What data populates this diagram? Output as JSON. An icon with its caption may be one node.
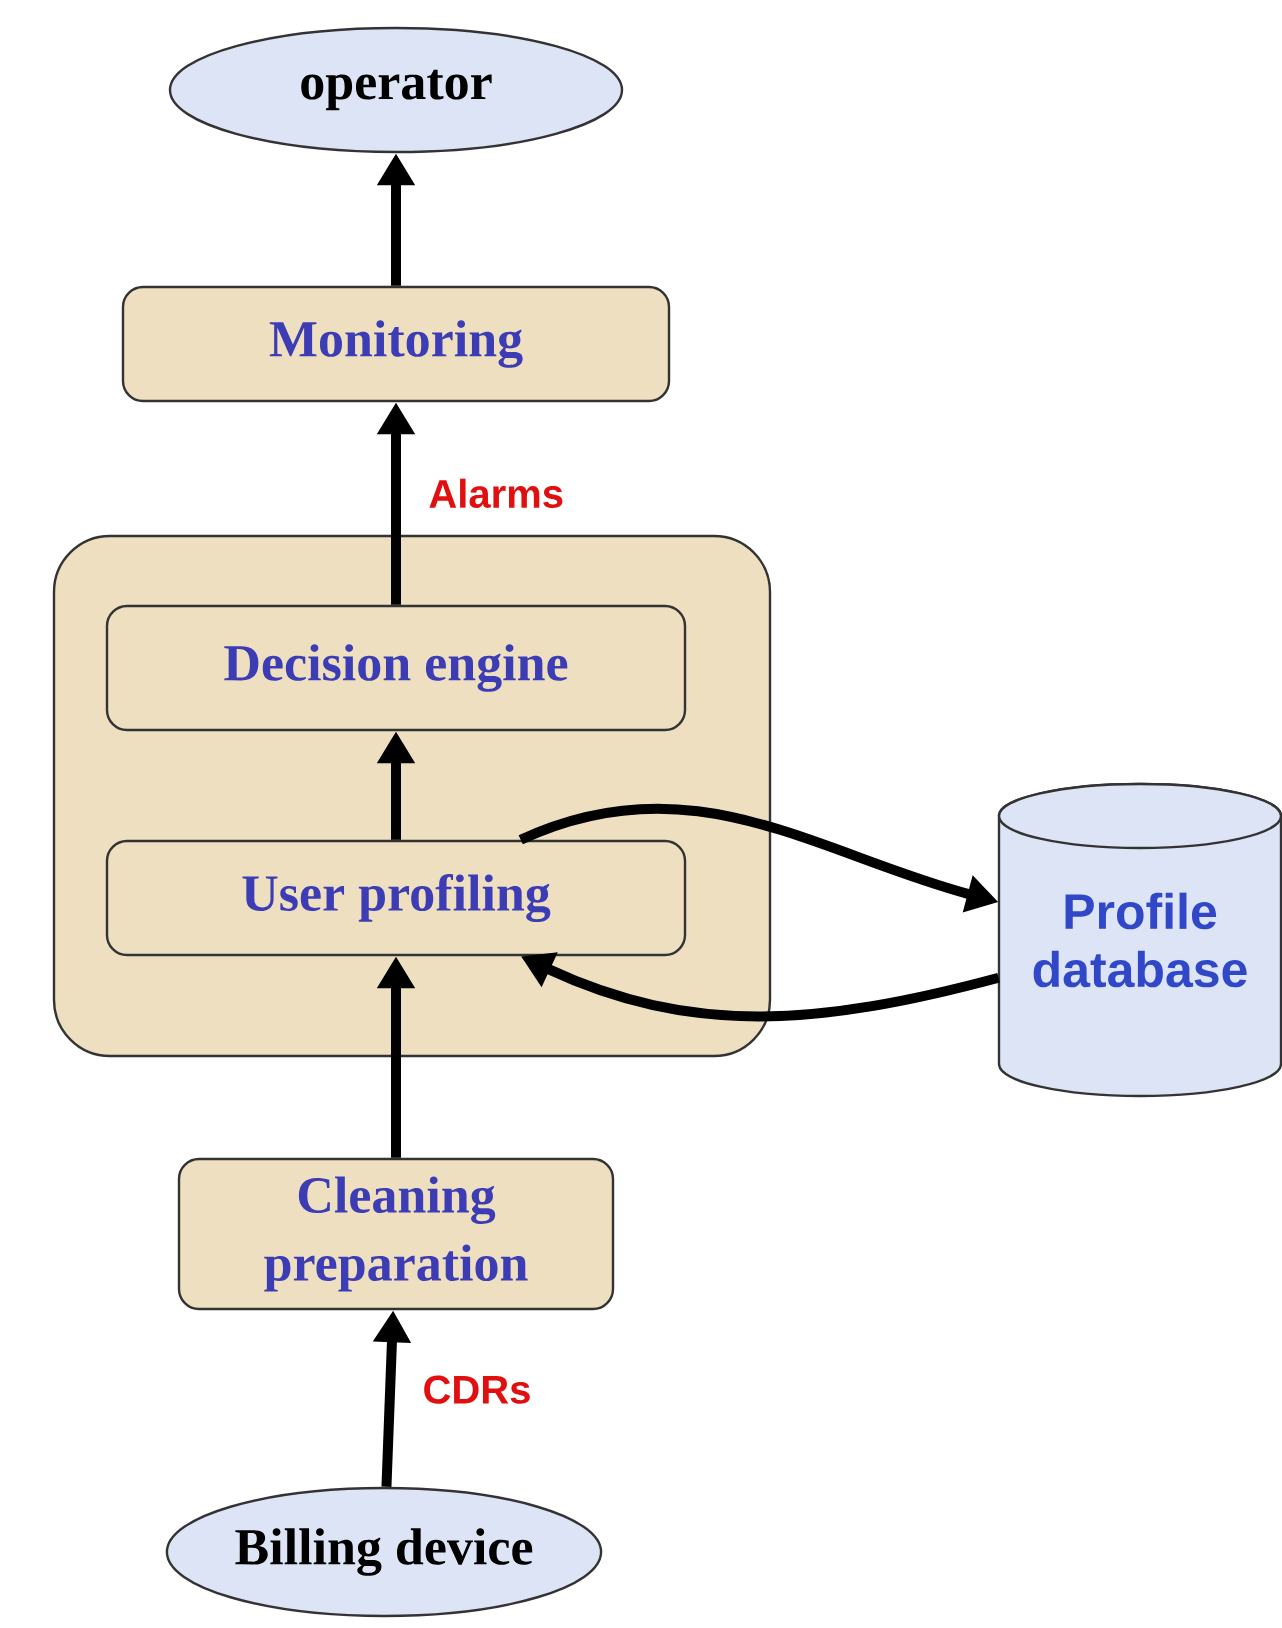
{
  "diagram": {
    "nodes": [
      {
        "text": [
          "operator"
        ]
      },
      {
        "text": [
          "Monitoring"
        ]
      },
      {
        "text": [],
        "shape": "box"
      },
      {
        "text": [
          "Decision engine"
        ],
        "in": 2
      },
      {
        "text": [
          "User profiling"
        ],
        "in": 2
      },
      {
        "text": [
          "Profile database"
        ]
      },
      {
        "text": [
          "Cleaning preparation"
        ]
      },
      {
        "text": [
          "Billing device"
        ]
      }
    ],
    "edges": [
      {
        "from": 1,
        "to": 0,
        "arrow": "to"
      },
      {
        "from": 3,
        "to": 1,
        "arrow": "to",
        "label": "Alarms"
      },
      {
        "from": 4,
        "to": 3,
        "arrow": "to"
      },
      {
        "from": 4,
        "to": 5,
        "arrow": "to"
      },
      {
        "from": 5,
        "to": 4,
        "arrow": "to"
      },
      {
        "from": 6,
        "to": 4,
        "arrow": "to"
      },
      {
        "from": 7,
        "to": 6,
        "arrow": "to",
        "label": "CDRs"
      }
    ]
  }
}
